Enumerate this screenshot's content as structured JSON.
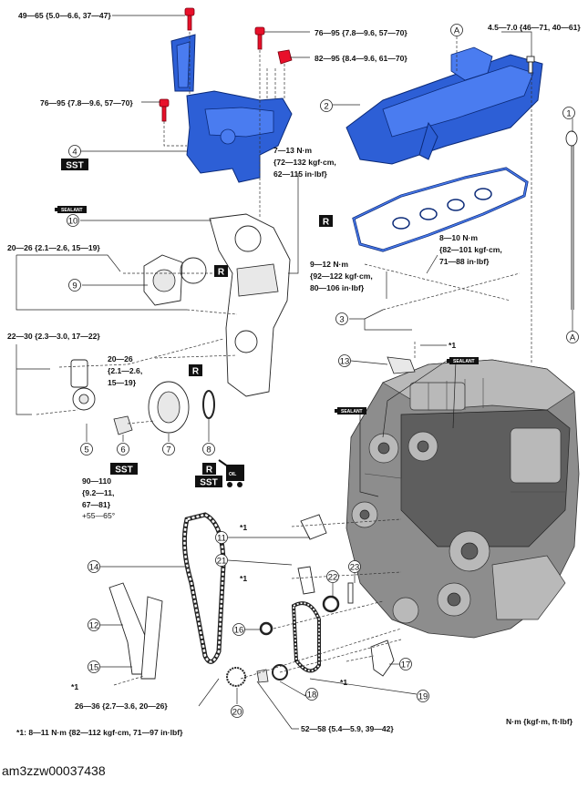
{
  "torques": {
    "t1": "49—65 {5.0—6.6, 37—47}",
    "t2": "76—95 {7.8—9.6, 57—70}",
    "t3": "82—95 {8.4—9.6, 61—70}",
    "t4": "4.5—7.0 {46—71, 40—61}",
    "t5": "76—95 {7.8—9.6, 57—70}",
    "t6": [
      "7—13 N·m",
      "{72—132 kgf·cm,",
      "62—115 in·lbf}"
    ],
    "t7": "20—26 {2.1—2.6, 15—19}",
    "t8": [
      "8—10 N·m",
      "{82—101 kgf·cm,",
      "71—88 in·lbf}"
    ],
    "t9": [
      "9—12 N·m",
      "{92—122 kgf·cm,",
      "80—106 in·lbf}"
    ],
    "t10": "22—30 {2.3—3.0, 17—22}",
    "t11": [
      "20—26",
      "{2.1—2.6,",
      "15—19}"
    ],
    "t12": [
      "90—110",
      "{9.2—11,",
      "67—81}",
      "+55—65°"
    ],
    "t13": "26—36 {2.7—3.6, 20—26}",
    "t14": "52—58 {5.4—5.9, 39—42}"
  },
  "callouts": [
    "1",
    "2",
    "3",
    "4",
    "5",
    "6",
    "7",
    "8",
    "9",
    "10",
    "11",
    "12",
    "13",
    "14",
    "15",
    "16",
    "17",
    "18",
    "19",
    "20",
    "21",
    "22",
    "23"
  ],
  "letter_a": "A",
  "mark_r": "R",
  "mark_sst": "SST",
  "sealant": "SEALANT",
  "oil": "OIL",
  "star1": "*1",
  "footnote": "*1: 8—11 N·m {82—112 kgf·cm, 71—97 in·lbf}",
  "units_legend": "N·m {kgf·m, ft·lbf}",
  "figure_id": "am3zzw00037438"
}
